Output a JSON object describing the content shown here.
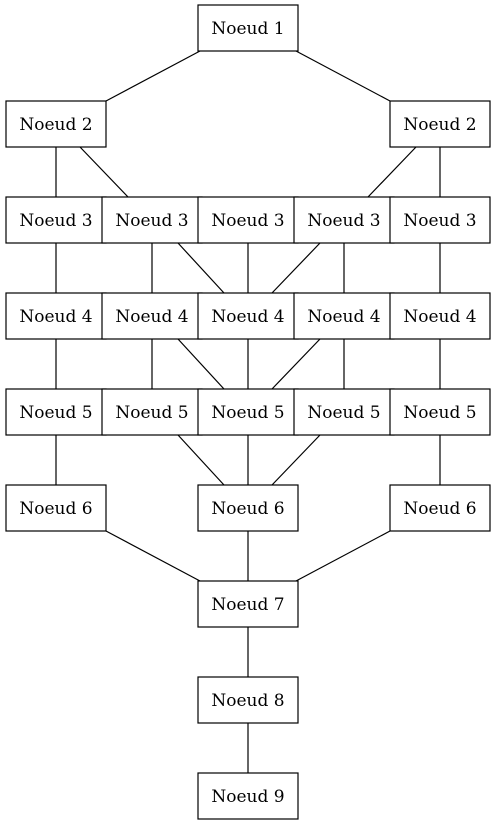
{
  "diagram": {
    "nodes": [
      {
        "id": "n1",
        "label": "Noeud 1"
      },
      {
        "id": "n2a",
        "label": "Noeud 2"
      },
      {
        "id": "n2b",
        "label": "Noeud 2"
      },
      {
        "id": "n3a",
        "label": "Noeud 3"
      },
      {
        "id": "n3b",
        "label": "Noeud 3"
      },
      {
        "id": "n3c",
        "label": "Noeud 3"
      },
      {
        "id": "n3d",
        "label": "Noeud 3"
      },
      {
        "id": "n3e",
        "label": "Noeud 3"
      },
      {
        "id": "n4a",
        "label": "Noeud 4"
      },
      {
        "id": "n4b",
        "label": "Noeud 4"
      },
      {
        "id": "n4c",
        "label": "Noeud 4"
      },
      {
        "id": "n4d",
        "label": "Noeud 4"
      },
      {
        "id": "n4e",
        "label": "Noeud 4"
      },
      {
        "id": "n5a",
        "label": "Noeud 5"
      },
      {
        "id": "n5b",
        "label": "Noeud 5"
      },
      {
        "id": "n5c",
        "label": "Noeud 5"
      },
      {
        "id": "n5d",
        "label": "Noeud 5"
      },
      {
        "id": "n5e",
        "label": "Noeud 5"
      },
      {
        "id": "n6a",
        "label": "Noeud 6"
      },
      {
        "id": "n6b",
        "label": "Noeud 6"
      },
      {
        "id": "n6c",
        "label": "Noeud 6"
      },
      {
        "id": "n7",
        "label": "Noeud 7"
      },
      {
        "id": "n8",
        "label": "Noeud 8"
      },
      {
        "id": "n9",
        "label": "Noeud 9"
      }
    ],
    "edges": [
      [
        "n1",
        "n2a"
      ],
      [
        "n1",
        "n2b"
      ],
      [
        "n2a",
        "n3a"
      ],
      [
        "n2a",
        "n3b"
      ],
      [
        "n2b",
        "n3d"
      ],
      [
        "n2b",
        "n3e"
      ],
      [
        "n3a",
        "n4a"
      ],
      [
        "n3b",
        "n4b"
      ],
      [
        "n3b",
        "n4c"
      ],
      [
        "n3c",
        "n4c"
      ],
      [
        "n3d",
        "n4c"
      ],
      [
        "n3d",
        "n4d"
      ],
      [
        "n3e",
        "n4e"
      ],
      [
        "n4a",
        "n5a"
      ],
      [
        "n4b",
        "n5b"
      ],
      [
        "n4b",
        "n5c"
      ],
      [
        "n4c",
        "n5c"
      ],
      [
        "n4d",
        "n5c"
      ],
      [
        "n4d",
        "n5d"
      ],
      [
        "n4e",
        "n5e"
      ],
      [
        "n5a",
        "n6a"
      ],
      [
        "n5b",
        "n6b"
      ],
      [
        "n5c",
        "n6b"
      ],
      [
        "n5d",
        "n6b"
      ],
      [
        "n5e",
        "n6c"
      ],
      [
        "n6a",
        "n7"
      ],
      [
        "n6b",
        "n7"
      ],
      [
        "n6c",
        "n7"
      ],
      [
        "n7",
        "n8"
      ],
      [
        "n8",
        "n9"
      ]
    ]
  }
}
